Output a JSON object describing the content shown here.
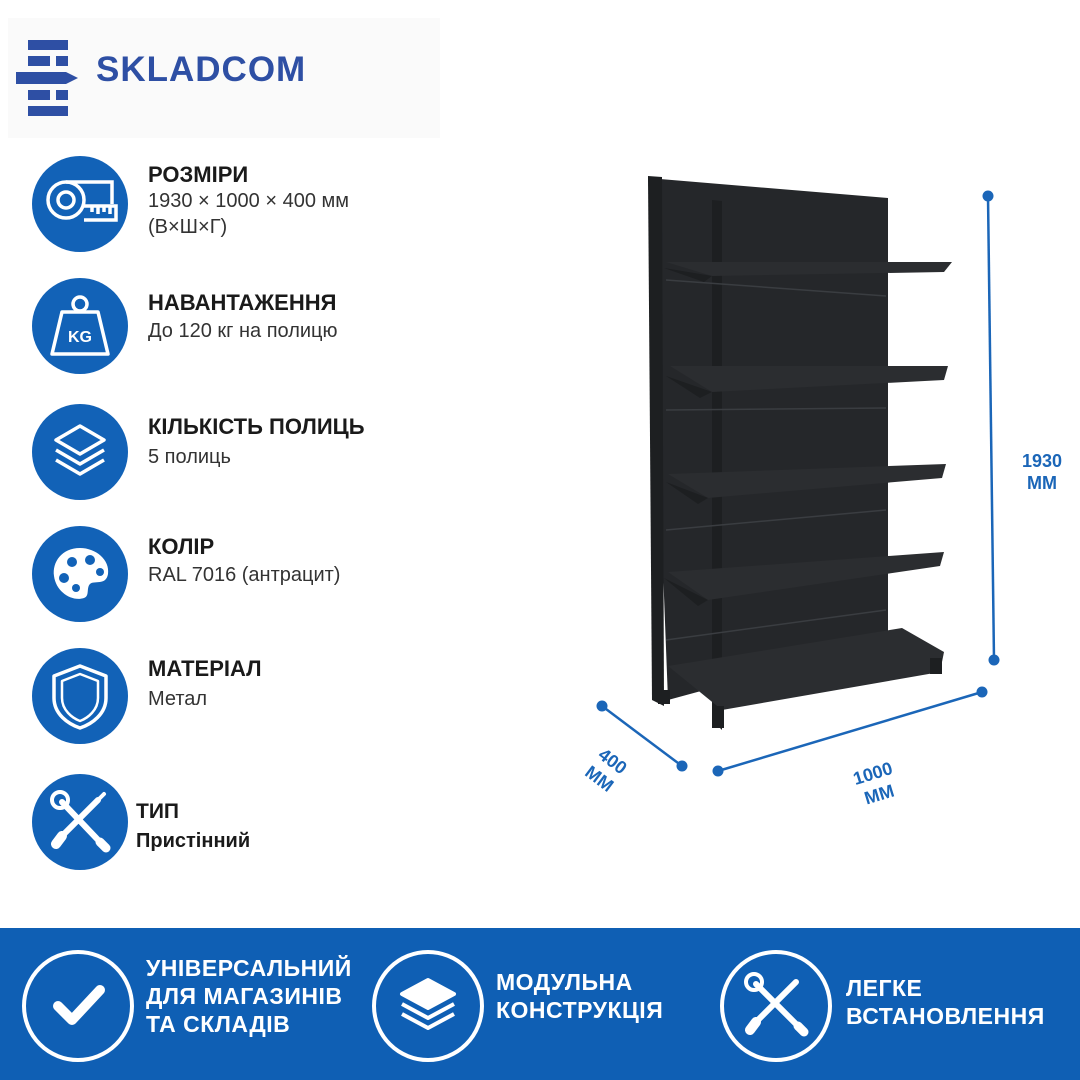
{
  "brand": {
    "name": "SKLADCOM",
    "color": "#2e4fa4"
  },
  "accent_color": "#1262b7",
  "specs": [
    {
      "icon": "tape-measure-icon",
      "title": "РОЗМІРИ",
      "value": "1930 × 1000 × 400 мм\n(В×Ш×Г)"
    },
    {
      "icon": "weight-kg-icon",
      "title": "НАВАНТАЖЕННЯ",
      "value": "До 120 кг на полицю"
    },
    {
      "icon": "layers-icon",
      "title": "КІЛЬКІСТЬ ПОЛИЦЬ",
      "value": "5 полиць"
    },
    {
      "icon": "palette-icon",
      "title": "КОЛІР",
      "value": "RAL 7016 (антрацит)"
    },
    {
      "icon": "shield-icon",
      "title": "МАТЕРІАЛ",
      "value": "Метал"
    },
    {
      "icon": "tools-icon",
      "title": "ТИП",
      "value": "Пристінний"
    }
  ],
  "dimensions": {
    "height": "1930\nMM",
    "width": "1000\nMM",
    "depth": "400\nMM"
  },
  "shelf_color": "#2b2d30",
  "features": [
    {
      "icon": "checkmark-icon",
      "label": "УНІВЕРСАЛЬНИЙ\nДЛЯ МАГАЗИНІВ\nТА СКЛАДІВ"
    },
    {
      "icon": "layers-icon",
      "label": "МОДУЛЬНА\nКОНСТРУКЦІЯ"
    },
    {
      "icon": "tools-icon",
      "label": "ЛЕГКЕ\nВСТАНОВЛЕННЯ"
    }
  ]
}
